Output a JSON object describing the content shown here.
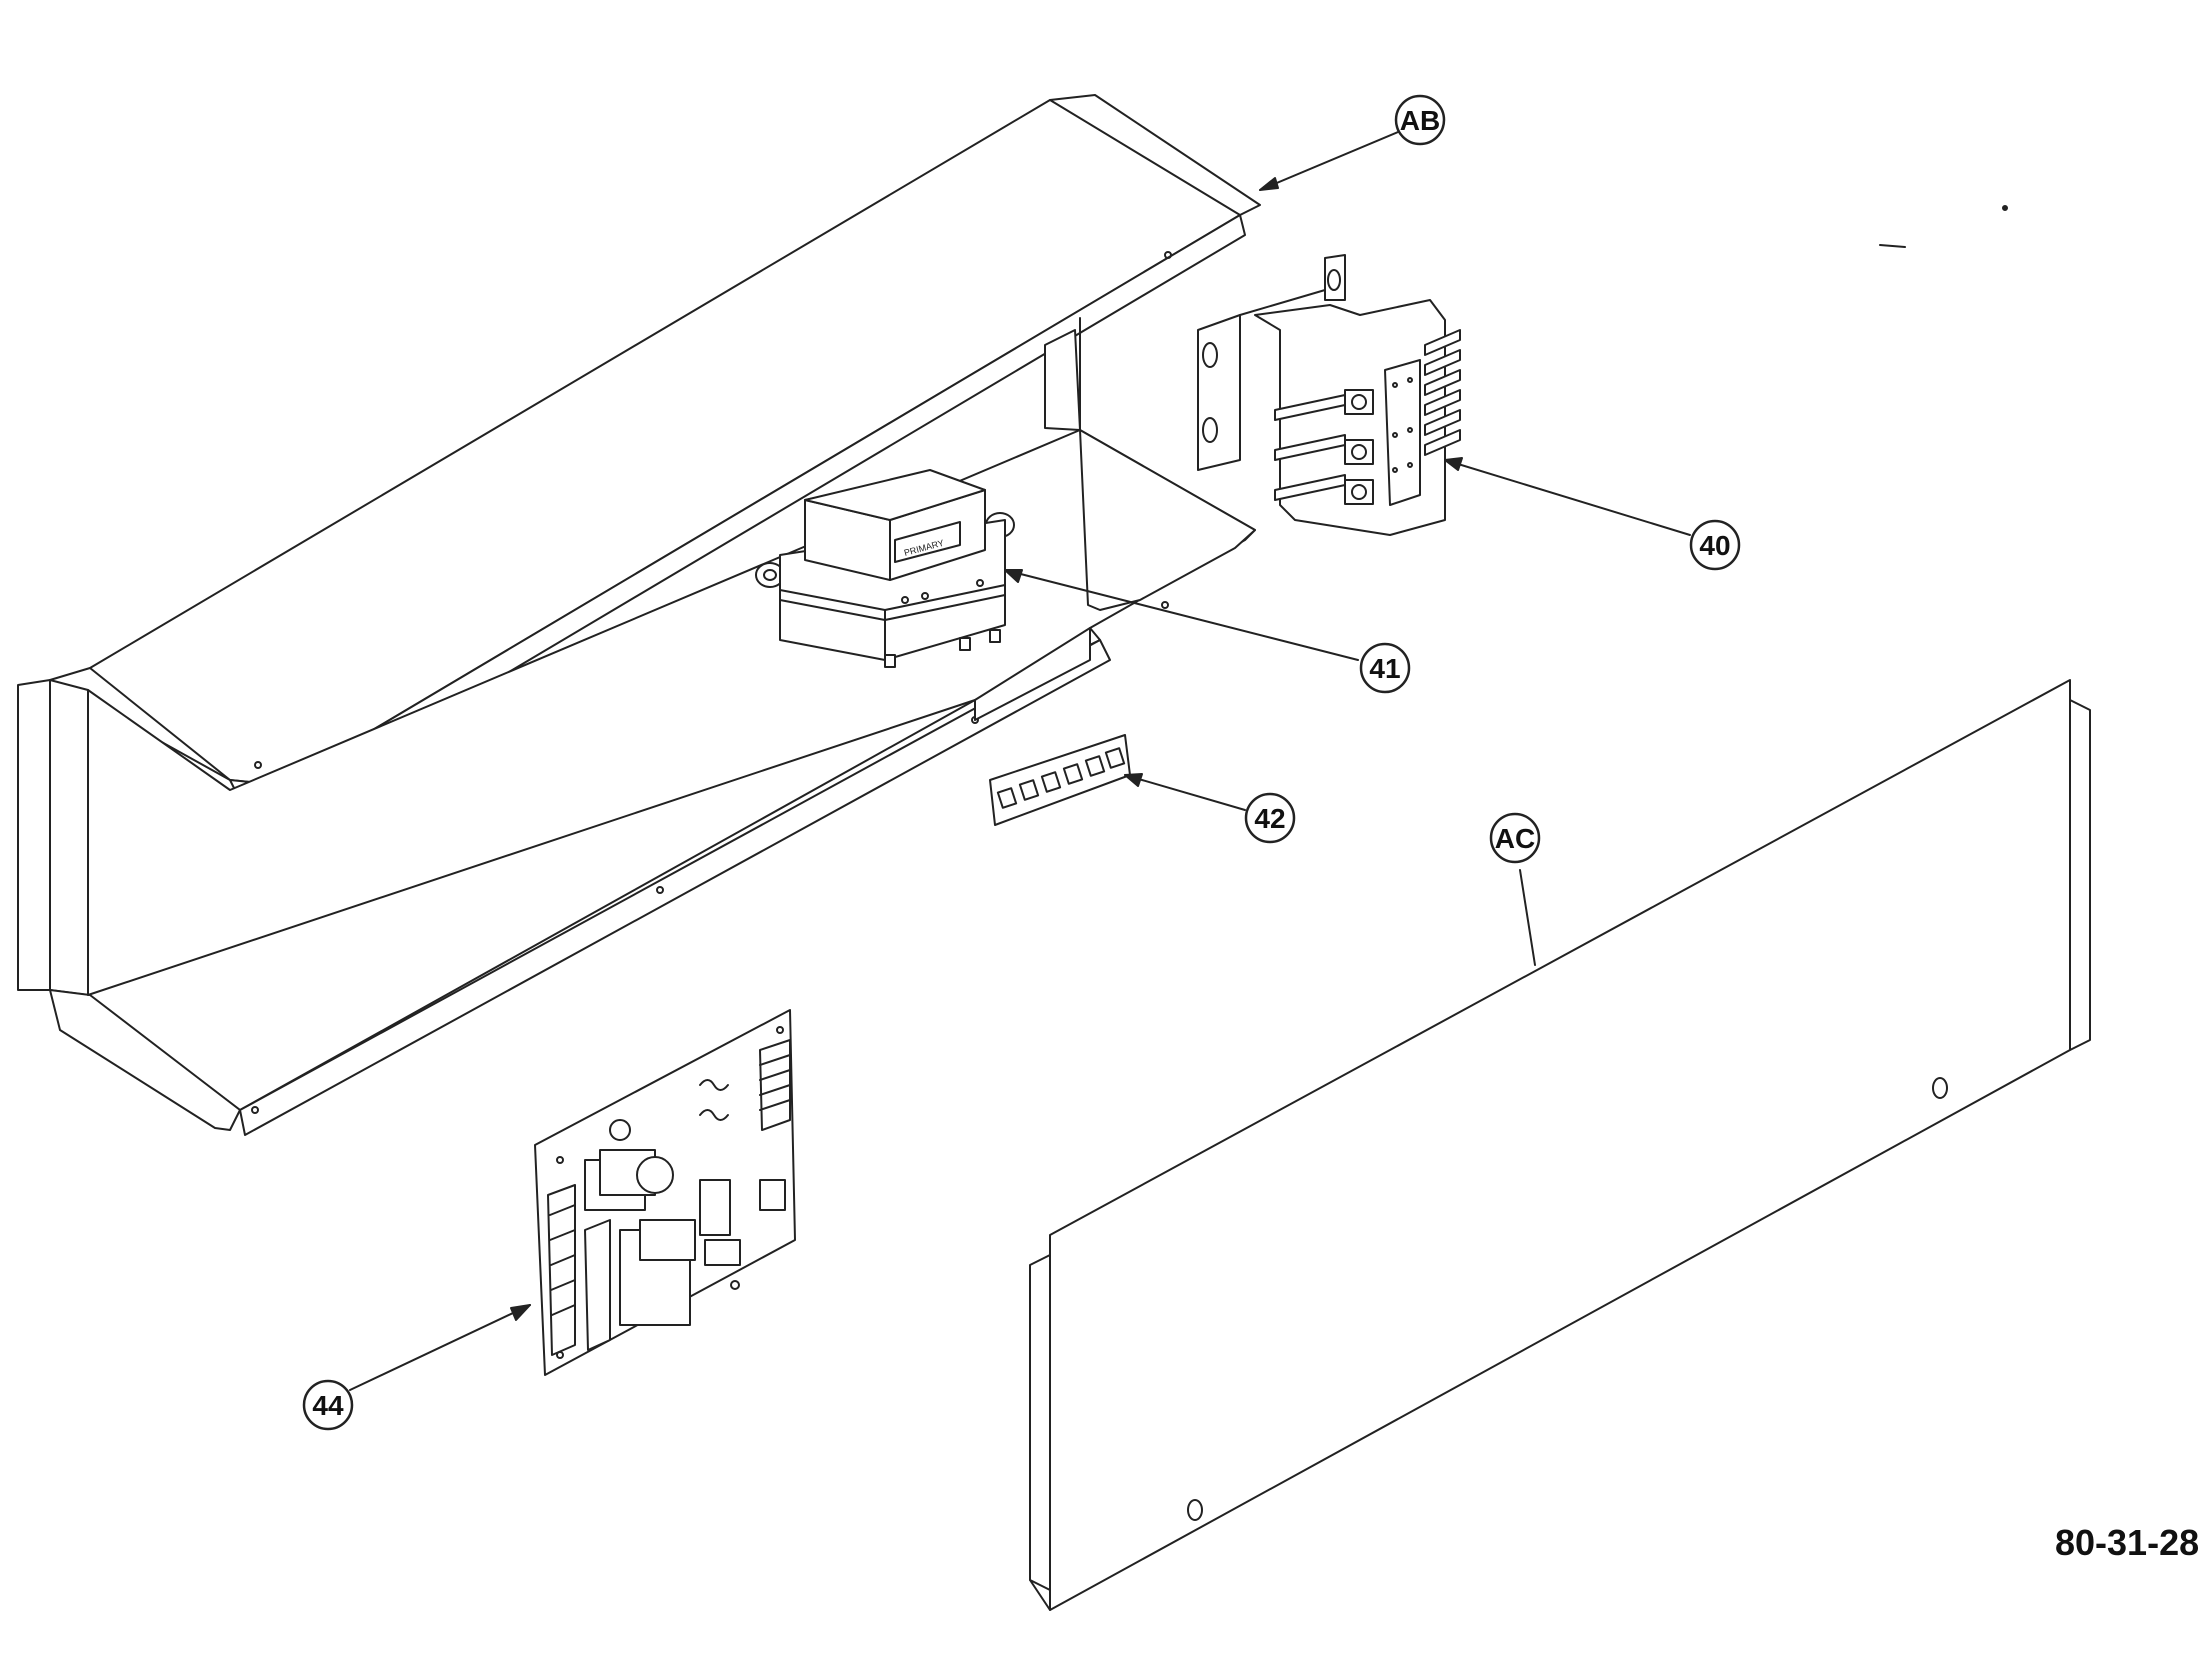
{
  "callouts": {
    "ab": "AB",
    "ac": "AC",
    "p40": "40",
    "p41": "41",
    "p42": "42",
    "p44": "44"
  },
  "figure_number": "80-31-28",
  "transformer_label": "PRIMARY"
}
